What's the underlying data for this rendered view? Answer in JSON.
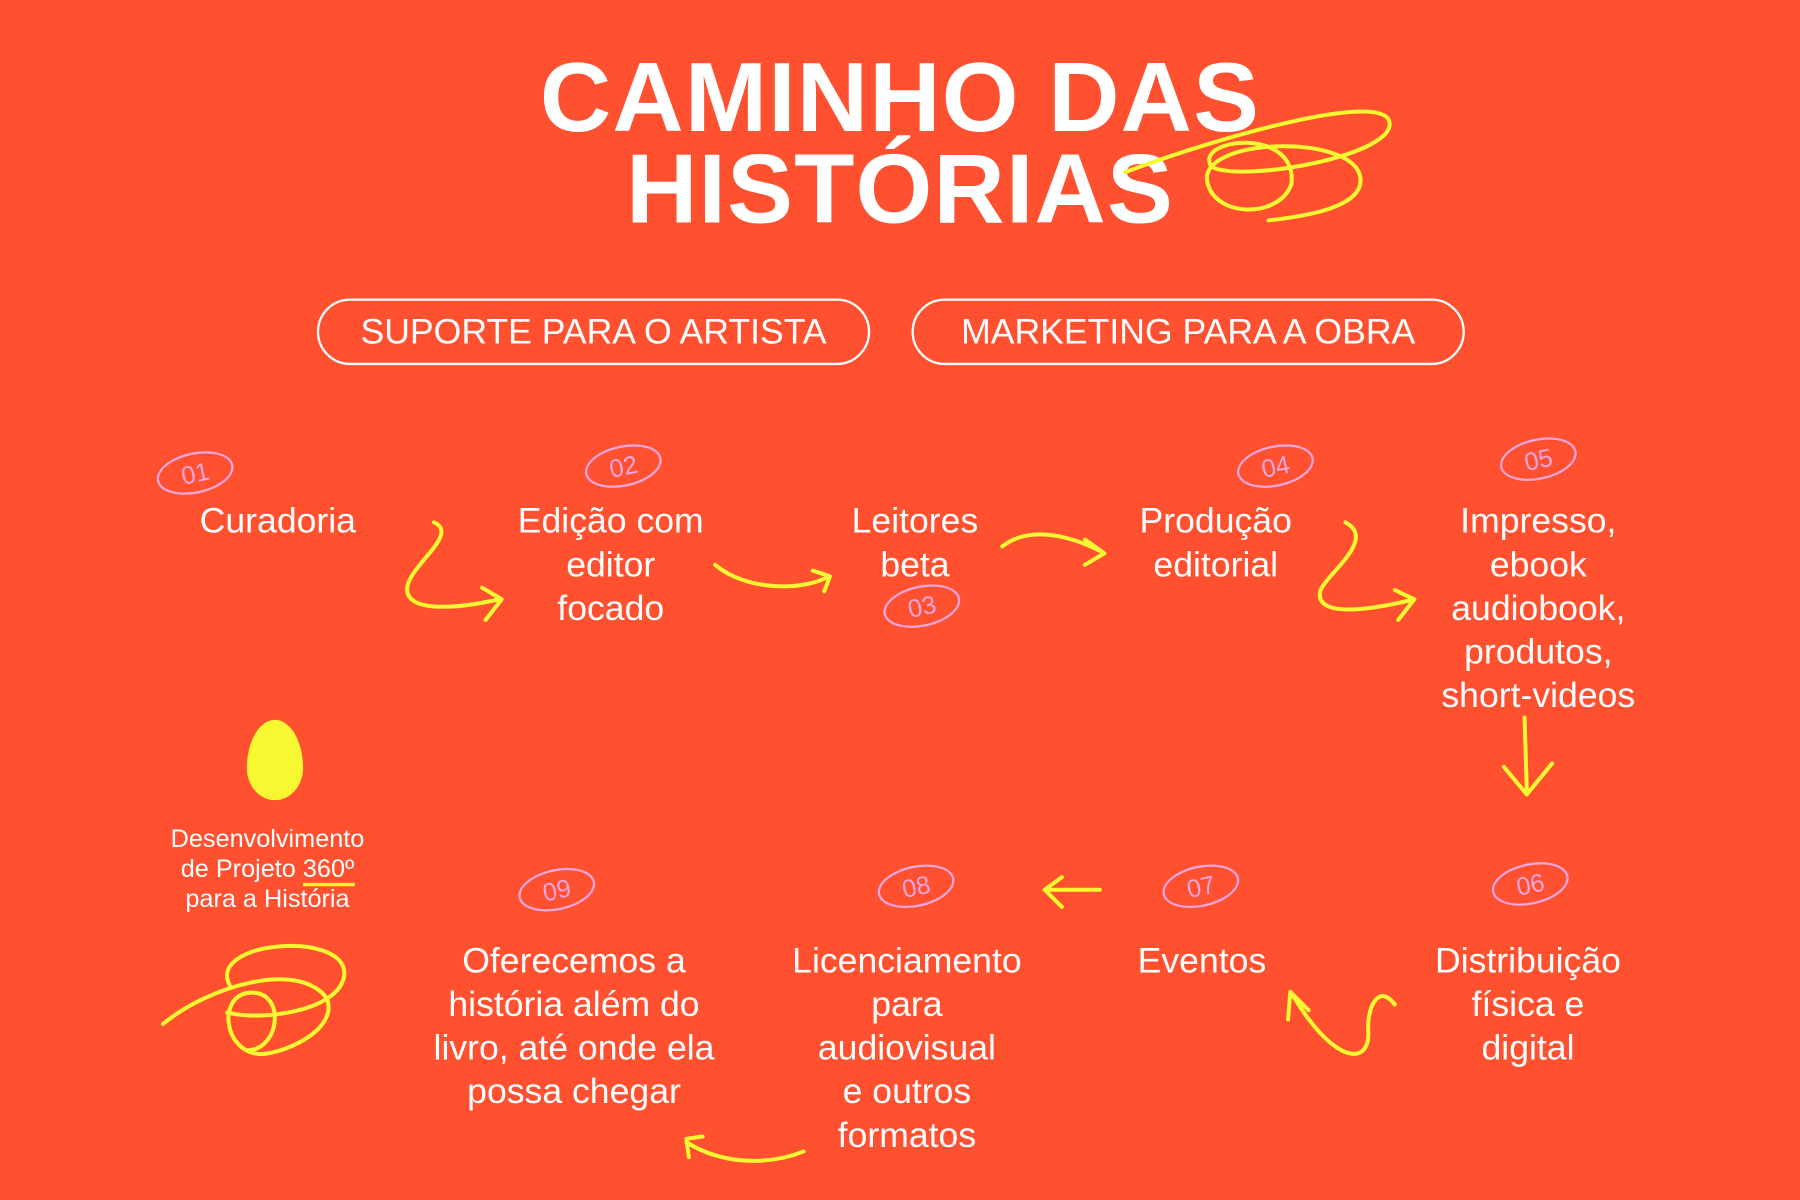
{
  "title": {
    "line1": "CAMINHO DAS",
    "line2": "HISTÓRIAS"
  },
  "pills": [
    "SUPORTE PARA O ARTISTA",
    "MARKETING PARA A OBRA"
  ],
  "steps": [
    {
      "number": "01",
      "label": "Curadoria"
    },
    {
      "number": "02",
      "lines": [
        "Edição com",
        "editor",
        "focado"
      ]
    },
    {
      "number": "03",
      "lines": [
        "Leitores",
        "beta"
      ]
    },
    {
      "number": "04",
      "lines": [
        "Produção",
        "editorial"
      ]
    },
    {
      "number": "05",
      "lines": [
        "Impresso,",
        "ebook",
        "audiobook,",
        "produtos,",
        "short-videos"
      ]
    },
    {
      "number": "06",
      "lines": [
        "Distribuição",
        "física e",
        "digital"
      ]
    },
    {
      "number": "07",
      "label": "Eventos"
    },
    {
      "number": "08",
      "lines": [
        "Licenciamento",
        "para",
        "audiovisual",
        "e outros",
        "formatos"
      ]
    },
    {
      "number": "09",
      "lines": [
        "Oferecemos a",
        "história além do",
        "livro, até onde ela",
        "possa chegar"
      ]
    }
  ],
  "development": {
    "line1": "Desenvolvimento",
    "line2_prefix": "de Projeto ",
    "line2_highlight": "360º",
    "line3": "para a História"
  },
  "colors": {
    "background": "#FF5030",
    "accent": "#F8F832",
    "badge": "#F7A6DE",
    "text": "#FFFFFF"
  }
}
